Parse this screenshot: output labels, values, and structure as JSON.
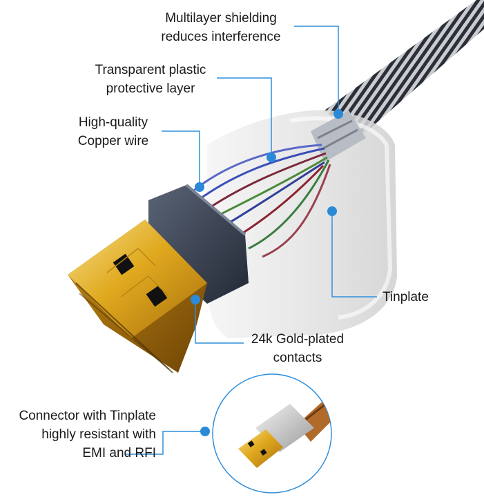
{
  "colors": {
    "callout_line": "#2f8fdc",
    "callout_dot": "#2a8ad8",
    "gold": "#d9a521",
    "housing": "#e6e6e6",
    "connector_dark": "#3a4252"
  },
  "labels": {
    "shielding": [
      "Multilayer shielding",
      "reduces interference"
    ],
    "plastic": [
      "Transparent plastic",
      "protective layer"
    ],
    "copper": [
      "High-quality",
      "Copper wire"
    ],
    "tinplate": "Tinplate",
    "gold": [
      "24k Gold-plated",
      "contacts"
    ],
    "emi": [
      "Connector with Tinplate",
      "highly resistant with",
      "EMI and RFI"
    ]
  },
  "icons": {
    "main_plug": "hdmi-connector-cutaway",
    "inset_plug": "hdmi-connector-tinplate-icon"
  }
}
